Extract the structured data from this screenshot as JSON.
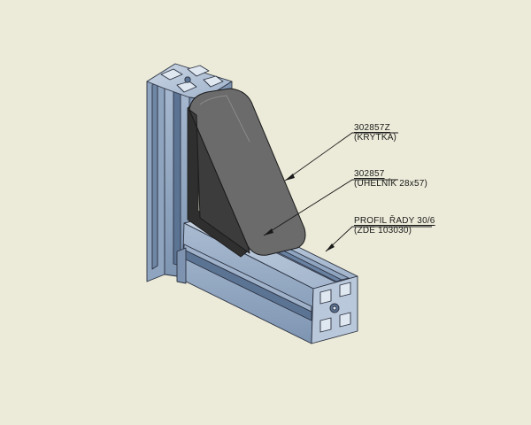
{
  "callouts": [
    {
      "part_number": "302857Z",
      "description": "(KRYTKA)"
    },
    {
      "part_number": "302857",
      "description": "(ÚHELNÍK 28x57)"
    },
    {
      "part_number": "PROFIL ŘADY 30/6",
      "description": "(ZDE 103030)"
    }
  ],
  "colors": {
    "background": "#ecebd9",
    "profile_light": "#b9c8da",
    "profile_mid": "#90a6c1",
    "profile_dark": "#5c7494",
    "outline": "#2b3140",
    "cover": "#5f5f5f",
    "leader": "#1a1a1a"
  }
}
